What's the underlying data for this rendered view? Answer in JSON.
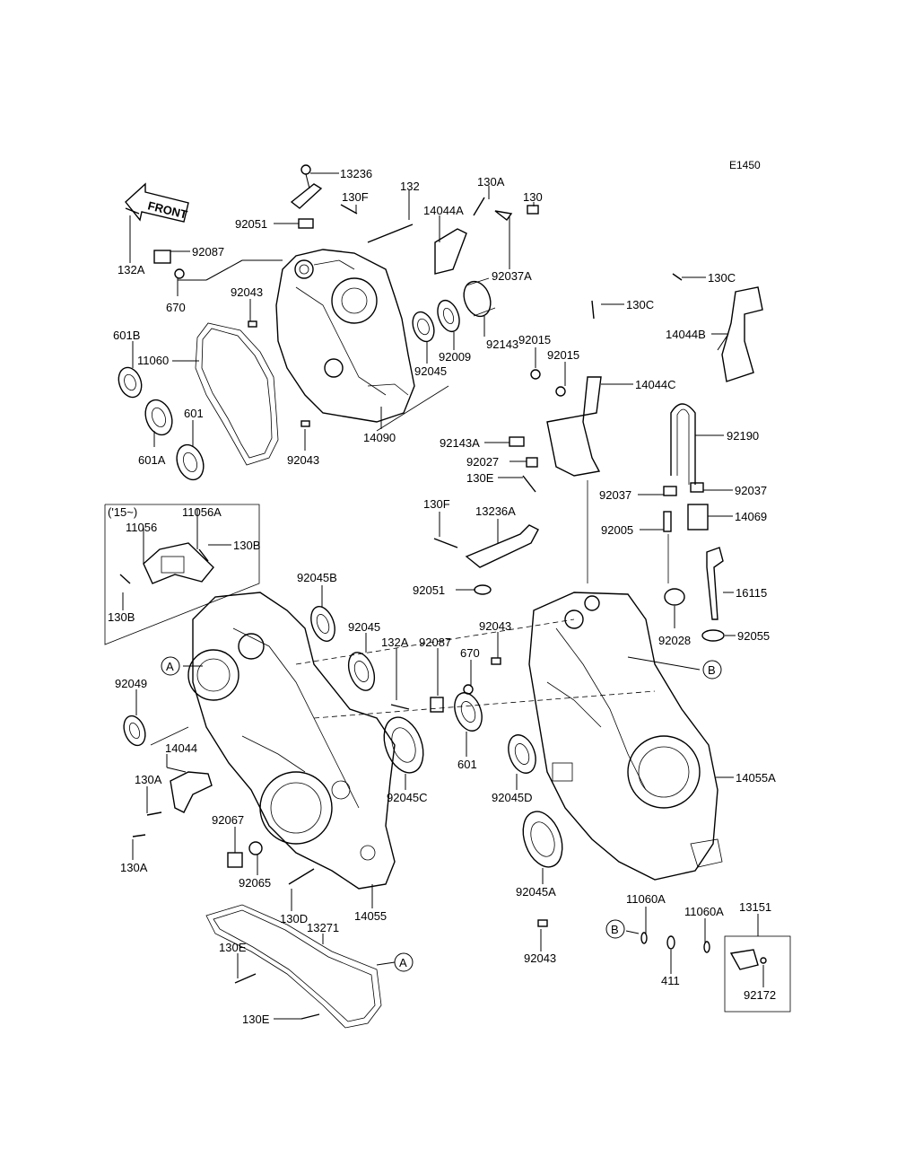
{
  "figure_code": "E1450",
  "front_arrow_label": "FRONT",
  "inset_caption": "('15~)",
  "callouts": {
    "A": "A",
    "B": "B"
  },
  "labels": [
    {
      "id": "l1",
      "text": "13236"
    },
    {
      "id": "l2",
      "text": "132"
    },
    {
      "id": "l3",
      "text": "130A"
    },
    {
      "id": "l4",
      "text": "130"
    },
    {
      "id": "l5",
      "text": "130F"
    },
    {
      "id": "l6",
      "text": "14044A"
    },
    {
      "id": "l7",
      "text": "92051"
    },
    {
      "id": "l8",
      "text": "92087"
    },
    {
      "id": "l9",
      "text": "132A"
    },
    {
      "id": "l10",
      "text": "92037A"
    },
    {
      "id": "l11",
      "text": "670"
    },
    {
      "id": "l12",
      "text": "92043"
    },
    {
      "id": "l13",
      "text": "601B"
    },
    {
      "id": "l14",
      "text": "11060"
    },
    {
      "id": "l15",
      "text": "601"
    },
    {
      "id": "l16",
      "text": "601A"
    },
    {
      "id": "l17",
      "text": "92143"
    },
    {
      "id": "l18",
      "text": "92009"
    },
    {
      "id": "l19",
      "text": "92045"
    },
    {
      "id": "l20",
      "text": "14090"
    },
    {
      "id": "l21",
      "text": "92043"
    },
    {
      "id": "l22",
      "text": "130C"
    },
    {
      "id": "l23",
      "text": "130C"
    },
    {
      "id": "l24",
      "text": "14044B"
    },
    {
      "id": "l25",
      "text": "92015"
    },
    {
      "id": "l26",
      "text": "92015"
    },
    {
      "id": "l27",
      "text": "14044C"
    },
    {
      "id": "l28",
      "text": "92143A"
    },
    {
      "id": "l29",
      "text": "92027"
    },
    {
      "id": "l30",
      "text": "130E"
    },
    {
      "id": "l31",
      "text": "92190"
    },
    {
      "id": "l32",
      "text": "92037"
    },
    {
      "id": "l33",
      "text": "92037"
    },
    {
      "id": "l34",
      "text": "14069"
    },
    {
      "id": "l35",
      "text": "92005"
    },
    {
      "id": "l36",
      "text": "11056A"
    },
    {
      "id": "l37",
      "text": "11056"
    },
    {
      "id": "l38",
      "text": "130B"
    },
    {
      "id": "l39",
      "text": "130B"
    },
    {
      "id": "l40",
      "text": "130F"
    },
    {
      "id": "l41",
      "text": "13236A"
    },
    {
      "id": "l42",
      "text": "92045B"
    },
    {
      "id": "l43",
      "text": "92051"
    },
    {
      "id": "l44",
      "text": "16115"
    },
    {
      "id": "l45",
      "text": "92028"
    },
    {
      "id": "l46",
      "text": "92055"
    },
    {
      "id": "l47",
      "text": "92045"
    },
    {
      "id": "l48",
      "text": "132A"
    },
    {
      "id": "l49",
      "text": "92087"
    },
    {
      "id": "l50",
      "text": "92043"
    },
    {
      "id": "l51",
      "text": "670"
    },
    {
      "id": "l52",
      "text": "92049"
    },
    {
      "id": "l53",
      "text": "14044"
    },
    {
      "id": "l54",
      "text": "601"
    },
    {
      "id": "l55",
      "text": "14055A"
    },
    {
      "id": "l56",
      "text": "130A"
    },
    {
      "id": "l57",
      "text": "92045C"
    },
    {
      "id": "l58",
      "text": "92045D"
    },
    {
      "id": "l59",
      "text": "130A"
    },
    {
      "id": "l60",
      "text": "92067"
    },
    {
      "id": "l61",
      "text": "92065"
    },
    {
      "id": "l62",
      "text": "130D"
    },
    {
      "id": "l63",
      "text": "14055"
    },
    {
      "id": "l64",
      "text": "92045A"
    },
    {
      "id": "l65",
      "text": "13271"
    },
    {
      "id": "l66",
      "text": "11060A"
    },
    {
      "id": "l67",
      "text": "11060A"
    },
    {
      "id": "l68",
      "text": "13151"
    },
    {
      "id": "l69",
      "text": "130E"
    },
    {
      "id": "l70",
      "text": "92043"
    },
    {
      "id": "l71",
      "text": "411"
    },
    {
      "id": "l72",
      "text": "92172"
    },
    {
      "id": "l73",
      "text": "130E"
    }
  ]
}
